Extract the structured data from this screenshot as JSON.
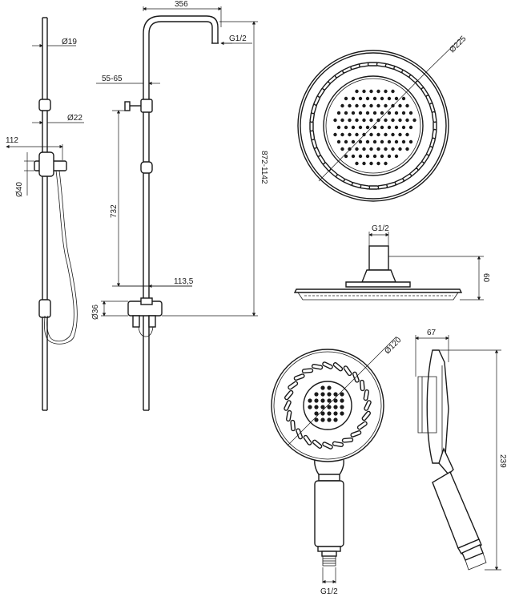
{
  "dimensions": {
    "d19": "Ø19",
    "d22": "Ø22",
    "w112": "112",
    "d40": "Ø40",
    "w356": "356",
    "g12_top": "G1/2",
    "w55_65": "55-65",
    "h732": "732",
    "h872_1142": "872-1142",
    "w113_5": "113,5",
    "d36": "Ø36",
    "d225": "Ø225",
    "g12_head": "G1/2",
    "h60": "60",
    "d120": "Ø120",
    "w67": "67",
    "h239": "239",
    "g12_hand": "G1/2"
  },
  "colors": {
    "line": "#1a1a1a",
    "background": "#ffffff"
  }
}
